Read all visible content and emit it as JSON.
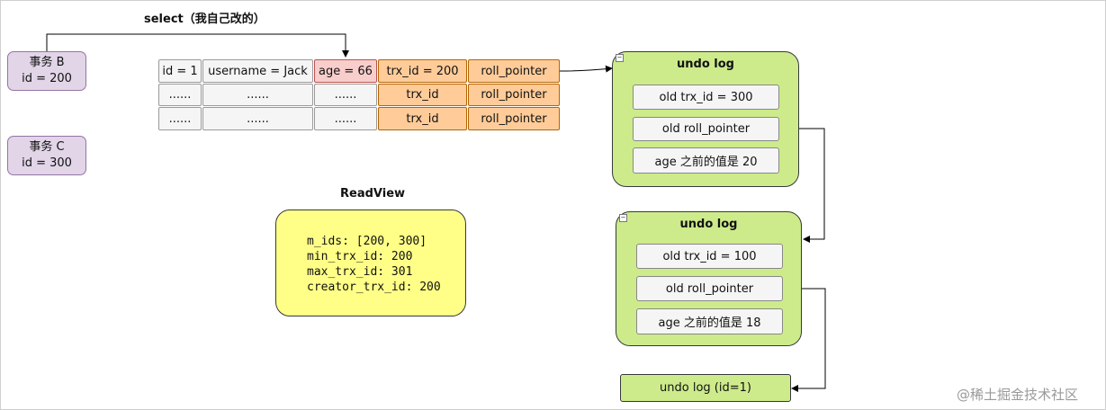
{
  "select_label": "select（我自己改的）",
  "transactions": [
    {
      "name": "事务 B",
      "id": "id = 200"
    },
    {
      "name": "事务 C",
      "id": "id = 300"
    }
  ],
  "row": {
    "id": "id = 1",
    "username": "username = Jack",
    "age": "age = 66",
    "trx_id": "trx_id = 200",
    "roll_pointer": "roll_pointer"
  },
  "placeholder_rows": [
    {
      "c1": "......",
      "c2": "......",
      "c3": "......",
      "c4": "trx_id",
      "c5": "roll_pointer"
    },
    {
      "c1": "......",
      "c2": "......",
      "c3": "......",
      "c4": "trx_id",
      "c5": "roll_pointer"
    }
  ],
  "readview": {
    "title": "ReadView",
    "lines": [
      "m_ids: [200, 300]",
      "min_trx_id: 200",
      "max_trx_id: 301",
      "creator_trx_id: 200"
    ]
  },
  "undo_logs": [
    {
      "title": "undo log",
      "trx": "old trx_id = 300",
      "pointer": "old roll_pointer",
      "value": "age 之前的值是 20"
    },
    {
      "title": "undo log",
      "trx": "old trx_id = 100",
      "pointer": "old roll_pointer",
      "value": "age 之前的值是 18"
    }
  ],
  "final_undo": "undo log (id=1)",
  "watermark": "@稀土掘金技术社区",
  "colors": {
    "txn": "#e1d5e7",
    "undo": "#cdeb8b",
    "readview": "#ffff88",
    "age_cell": "#f8cecc",
    "trx_cell": "#ffcc99"
  }
}
